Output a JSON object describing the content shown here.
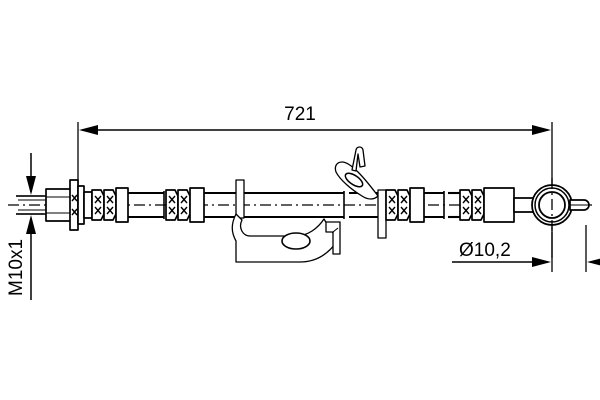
{
  "drawing": {
    "title": "Brake hose technical drawing",
    "background_color": "#ffffff",
    "line_color": "#000000",
    "part_type": "brake-hose"
  },
  "dimensions": {
    "overall_length": {
      "label": "721",
      "name": "overall-length-dimension",
      "orientation": "horizontal",
      "position": "top"
    },
    "thread": {
      "label": "M10x1",
      "name": "thread-size-dimension",
      "orientation": "vertical",
      "position": "left"
    },
    "banjo_diameter": {
      "label": "Ø10,2",
      "name": "banjo-eye-diameter-dimension",
      "orientation": "horizontal",
      "position": "bottom-right"
    }
  },
  "components": {
    "left_fitting": "threaded-male-end-fitting",
    "flange_washer": "flange-washer",
    "left_sleeve": "corrugated-sleeve",
    "hose_body": "flexible-hose-body",
    "mid_bracket": "mounting-bracket-with-eyelet",
    "upper_clip": "retaining-clip-tab",
    "right_sleeve": "corrugated-sleeve",
    "banjo_eye": "banjo-eye-fitting",
    "banjo_tip": "banjo-bolt-tip"
  }
}
